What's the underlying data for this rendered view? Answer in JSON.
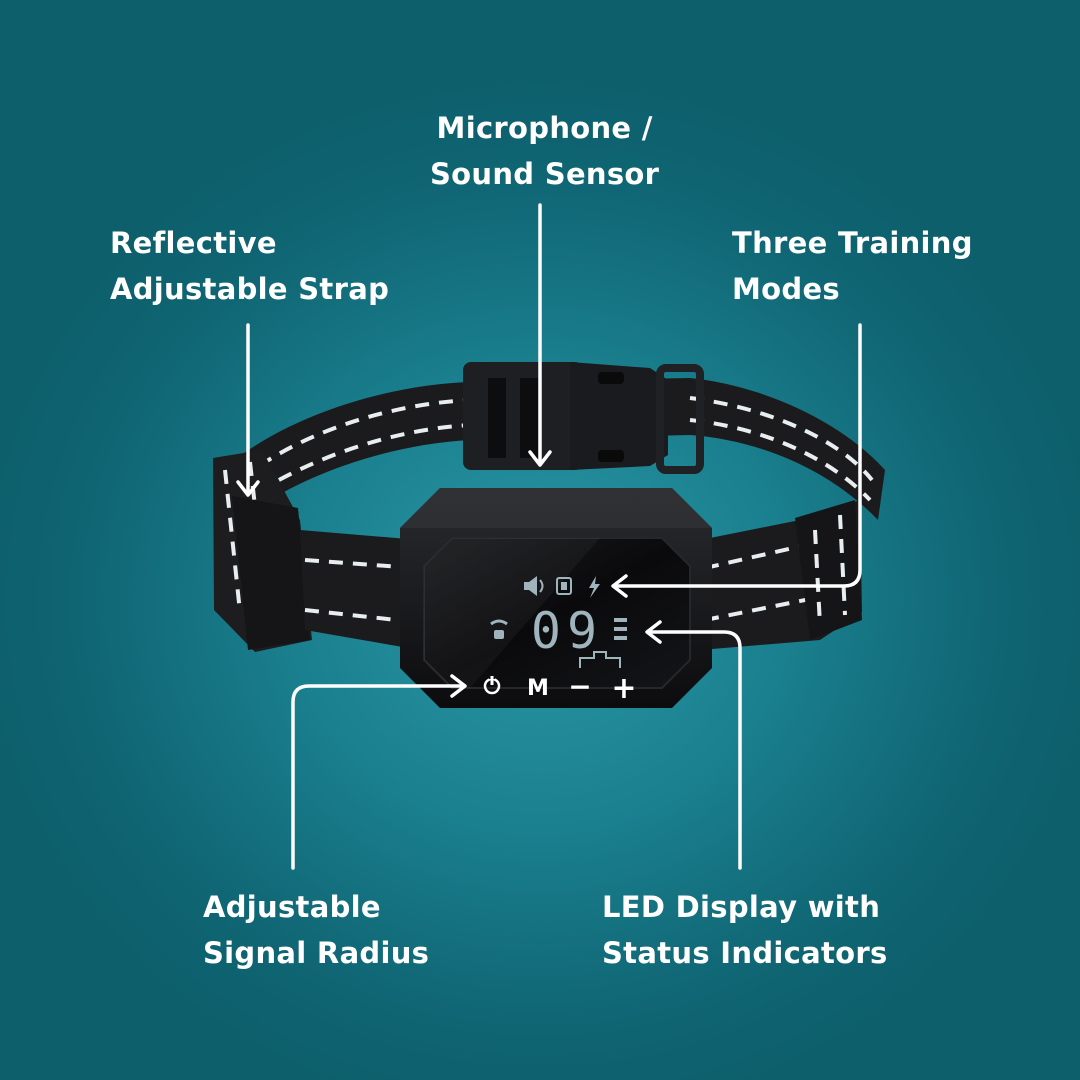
{
  "callouts": {
    "microphone": {
      "line1": "Microphone /",
      "line2": "Sound Sensor"
    },
    "strap": {
      "line1": "Reflective",
      "line2": "Adjustable Strap"
    },
    "modes": {
      "line1": "Three Training",
      "line2": "Modes"
    },
    "radius": {
      "line1": "Adjustable",
      "line2": "Signal Radius"
    },
    "led": {
      "line1": "LED Display with",
      "line2": "Status Indicators"
    }
  },
  "device": {
    "display_value": "09",
    "buttons": {
      "mode": "M",
      "minus": "−",
      "plus": "+"
    },
    "icons": [
      "sound-icon",
      "vibration-icon",
      "shock-icon",
      "power-icon",
      "signal-icon",
      "level-bars-icon"
    ]
  },
  "colors": {
    "background": "#1a7f8e",
    "text": "#ffffff",
    "strap": "#1b1b1d",
    "stitching": "#e8eef0",
    "device": "#131416",
    "lcd": "#9fb4bc"
  }
}
